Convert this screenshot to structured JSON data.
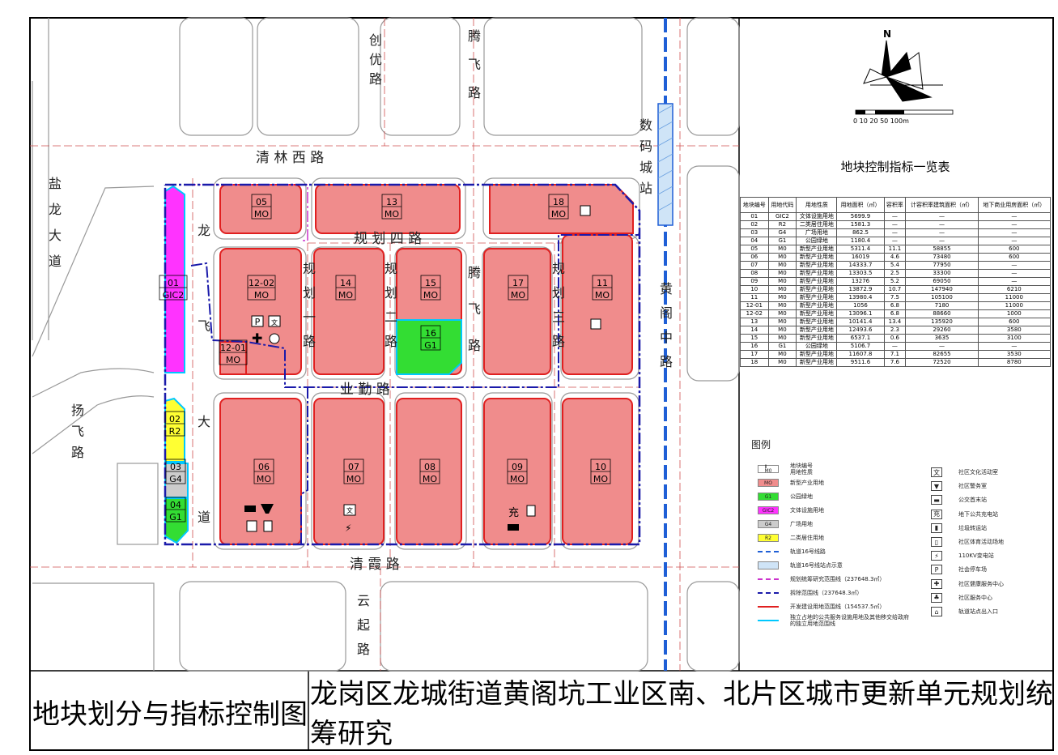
{
  "roads": {
    "qinglin": "清 林 西 路",
    "qingxia": "清 霞 路",
    "chuangyou": [
      "创",
      "优",
      "路"
    ],
    "tengfei_n": [
      "腾",
      "飞",
      "路"
    ],
    "tengfei_s": [
      "腾",
      "飞",
      "路"
    ],
    "yanlong": [
      "盐",
      "龙",
      "大",
      "道"
    ],
    "longfei": [
      "龙",
      "飞",
      "大",
      "道"
    ],
    "yangfei": [
      "扬",
      "飞",
      "路"
    ],
    "guihua4": "规 划 四 路",
    "guihua1": [
      "规",
      "划",
      "一",
      "路"
    ],
    "guihua2": [
      "规",
      "划",
      "二",
      "路"
    ],
    "guihua3": [
      "规",
      "划",
      "三",
      "路"
    ],
    "yeqin": "业 勤 路",
    "huangge": [
      "黄",
      "阁",
      "中",
      "路"
    ],
    "yunqi": [
      "云",
      "起",
      "路"
    ],
    "station": [
      "数",
      "码",
      "城",
      "站"
    ]
  },
  "compass": {
    "north": "N",
    "scale": "0 10 20    50        100m"
  },
  "parcels": [
    {
      "id": "05",
      "code": "MO"
    },
    {
      "id": "13",
      "code": "MO"
    },
    {
      "id": "18",
      "code": "MO"
    },
    {
      "id": "12-02",
      "code": "MO"
    },
    {
      "id": "14",
      "code": "MO"
    },
    {
      "id": "15",
      "code": "MO"
    },
    {
      "id": "17",
      "code": "MO"
    },
    {
      "id": "11",
      "code": "MO"
    },
    {
      "id": "16",
      "code": "G1"
    },
    {
      "id": "12-01",
      "code": "MO"
    },
    {
      "id": "06",
      "code": "MO"
    },
    {
      "id": "07",
      "code": "MO"
    },
    {
      "id": "08",
      "code": "MO"
    },
    {
      "id": "09",
      "code": "MO"
    },
    {
      "id": "10",
      "code": "MO"
    },
    {
      "id": "01",
      "code": "GIC2"
    },
    {
      "id": "02",
      "code": "R2"
    },
    {
      "id": "03",
      "code": "G4"
    },
    {
      "id": "04",
      "code": "G1"
    }
  ],
  "map_icons": {
    "parking": "P",
    "culture": "文",
    "charge": "充",
    "power": "⚡",
    "health": "✚"
  },
  "table": {
    "title": "地块控制指标一览表",
    "headers": [
      "地块编号",
      "用地代码",
      "用地性质",
      "用地面积（㎡）",
      "容积率",
      "计容积率建筑面积（㎡）",
      "地下商业用房面积（㎡）"
    ],
    "rows": [
      [
        "01",
        "GIC2",
        "文体设施用地",
        "5699.9",
        "—",
        "—",
        "—"
      ],
      [
        "02",
        "R2",
        "二类居住用地",
        "1581.3",
        "—",
        "—",
        "—"
      ],
      [
        "03",
        "G4",
        "广场用地",
        "862.5",
        "—",
        "—",
        "—"
      ],
      [
        "04",
        "G1",
        "公园绿地",
        "1180.4",
        "—",
        "—",
        "—"
      ],
      [
        "05",
        "M0",
        "新型产业用地",
        "5311.4",
        "11.1",
        "58855",
        "600"
      ],
      [
        "06",
        "M0",
        "新型产业用地",
        "16019",
        "4.6",
        "73480",
        "600"
      ],
      [
        "07",
        "M0",
        "新型产业用地",
        "14333.7",
        "5.4",
        "77950",
        "—"
      ],
      [
        "08",
        "M0",
        "新型产业用地",
        "13303.5",
        "2.5",
        "33300",
        "—"
      ],
      [
        "09",
        "M0",
        "新型产业用地",
        "13276",
        "5.2",
        "69050",
        "—"
      ],
      [
        "10",
        "M0",
        "新型产业用地",
        "13872.9",
        "10.7",
        "147940",
        "6210"
      ],
      [
        "11",
        "M0",
        "新型产业用地",
        "13980.4",
        "7.5",
        "105100",
        "11000"
      ],
      [
        "12-01",
        "M0",
        "新型产业用地",
        "1056",
        "6.8",
        "7180",
        "11000"
      ],
      [
        "12-02",
        "M0",
        "新型产业用地",
        "13096.1",
        "6.8",
        "88660",
        "1000"
      ],
      [
        "13",
        "M0",
        "新型产业用地",
        "10141.4",
        "13.4",
        "135920",
        "600"
      ],
      [
        "14",
        "M0",
        "新型产业用地",
        "12493.6",
        "2.3",
        "29260",
        "3580"
      ],
      [
        "15",
        "M0",
        "新型产业用地",
        "6537.1",
        "0.6",
        "3635",
        "3100"
      ],
      [
        "16",
        "G1",
        "公园绿地",
        "5106.7",
        "—",
        "—",
        "—"
      ],
      [
        "17",
        "M0",
        "新型产业用地",
        "11607.8",
        "7.1",
        "82655",
        "3530"
      ],
      [
        "18",
        "M0",
        "新型产业用地",
        "9511.6",
        "7.6",
        "72520",
        "8780"
      ]
    ]
  },
  "legend": {
    "title": "图例",
    "left": [
      {
        "sw": "Ⅱ\nM0",
        "label": "地块编号\n用地性质",
        "color": "#ffffff"
      },
      {
        "sw": "MO",
        "label": "新型产业用地",
        "color": "#f08c8c"
      },
      {
        "sw": "G1",
        "label": "公园绿地",
        "color": "#33dd33"
      },
      {
        "sw": "GIC2",
        "label": "文体设施用地",
        "color": "#ff33ff"
      },
      {
        "sw": "G4",
        "label": "广场用地",
        "color": "#cccccc"
      },
      {
        "sw": "R2",
        "label": "二类居住用地",
        "color": "#ffff33"
      },
      {
        "sw": "",
        "label": "轨道16号线路",
        "color": "#ffffff"
      },
      {
        "sw": "",
        "label": "轨道16号线站点示意",
        "color": "#cfe4f7"
      },
      {
        "sw": "",
        "label": "规划统筹研究范围线（237648.3㎡）",
        "color": "#ffffff"
      },
      {
        "sw": "",
        "label": "拆除范围线（237648.3㎡）",
        "color": "#ffffff"
      },
      {
        "sw": "",
        "label": "开发建设用地范围线（154537.5㎡）",
        "color": "#ffffff"
      },
      {
        "sw": "",
        "label": "独立占地的公共服务设施用地及其他移交给政府的独立用地范围线",
        "color": "#ffffff"
      }
    ],
    "right": [
      {
        "ic": "文",
        "label": "社区文化活动室"
      },
      {
        "ic": "▼",
        "label": "社区警务室"
      },
      {
        "ic": "▬",
        "label": "公交首末站"
      },
      {
        "ic": "充",
        "label": "地下公共充电站"
      },
      {
        "ic": "▮",
        "label": "垃圾转运站"
      },
      {
        "ic": "▯",
        "label": "社区体育活动场地"
      },
      {
        "ic": "⚡",
        "label": "110KV变电站"
      },
      {
        "ic": "P",
        "label": "社会停车场"
      },
      {
        "ic": "✚",
        "label": "社区健康服务中心"
      },
      {
        "ic": "♣",
        "label": "社区服务中心"
      },
      {
        "ic": "⌂",
        "label": "轨道站点出入口"
      }
    ]
  },
  "footer": {
    "left": "地块划分与指标控制图",
    "right": "龙岗区龙城街道黄阁坑工业区南、北片区城市更新单元规划统筹研究"
  }
}
